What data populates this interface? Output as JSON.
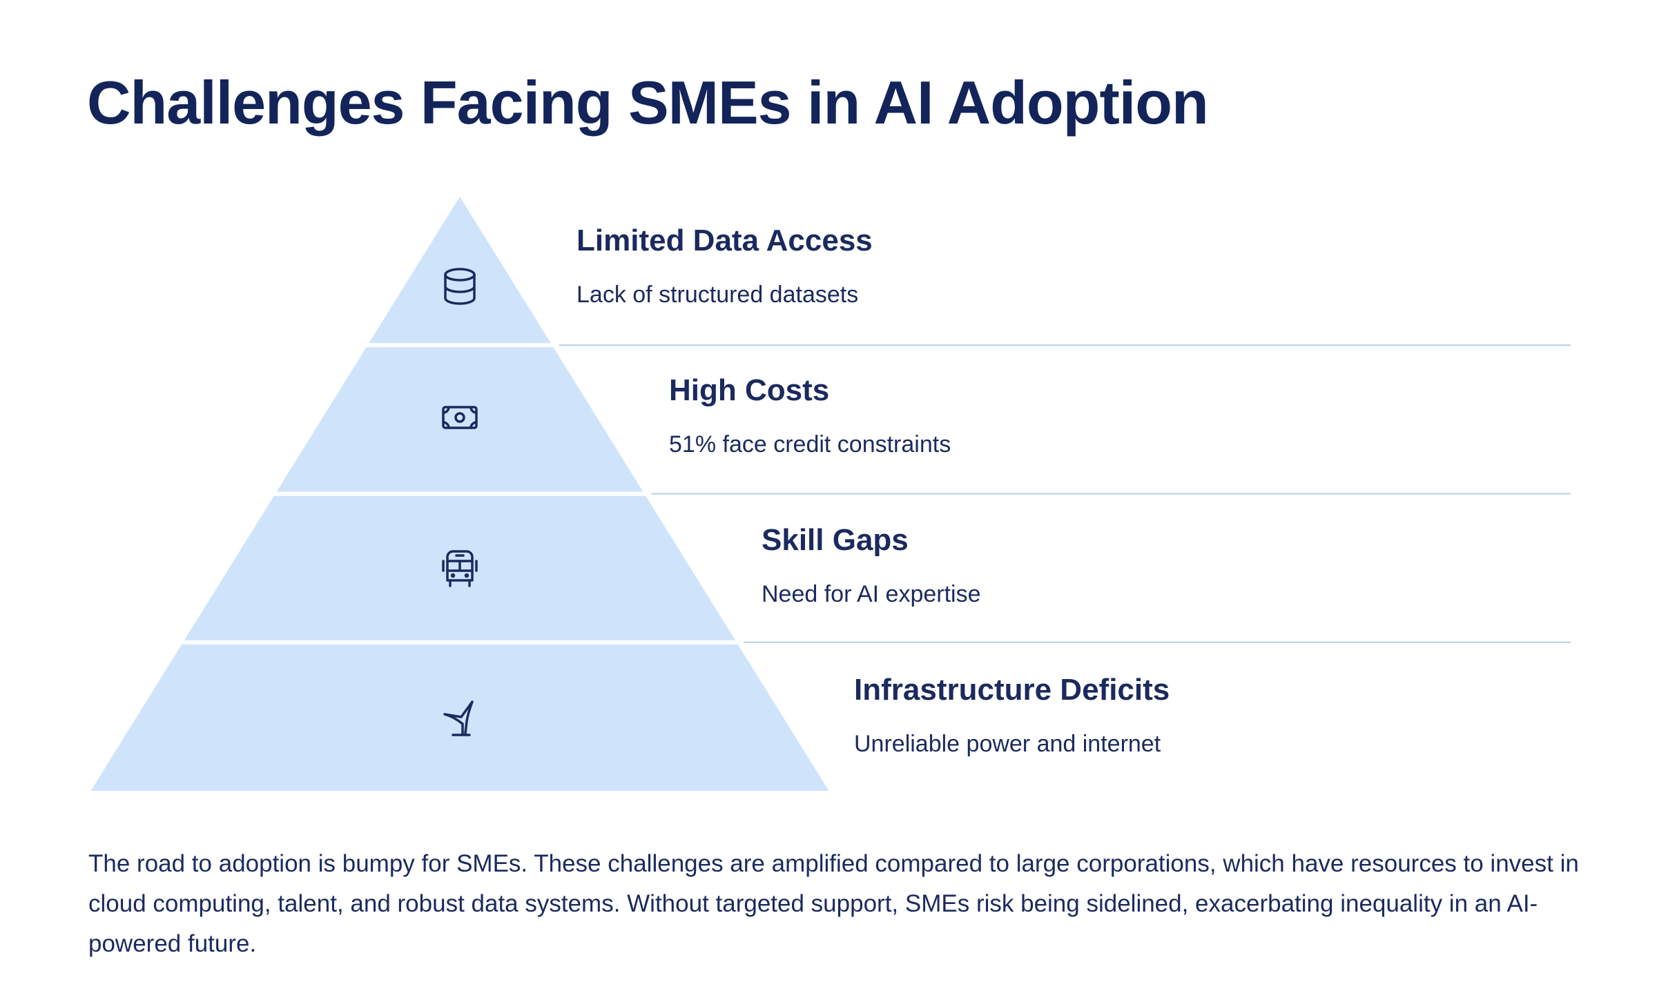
{
  "title": "Challenges Facing SMEs in AI Adoption",
  "levels": [
    {
      "title": "Limited Data Access",
      "description": "Lack of structured datasets",
      "icon": "database-icon"
    },
    {
      "title": "High Costs",
      "description": "51% face credit constraints",
      "icon": "banknote-icon"
    },
    {
      "title": "Skill Gaps",
      "description": "Need for AI expertise",
      "icon": "bus-icon"
    },
    {
      "title": "Infrastructure Deficits",
      "description": "Unreliable power and internet",
      "icon": "wind-turbine-icon"
    }
  ],
  "paragraph": "The road to adoption is bumpy for SMEs. These challenges are amplified compared to large corporations, which have resources to invest in cloud computing, talent, and robust data systems. Without targeted support, SMEs risk being sidelined, exacerbating inequality in an AI-powered future.",
  "colors": {
    "text": "#1b2a5e",
    "fill": "#cfe4fb",
    "divider": "#b7cfe6"
  }
}
